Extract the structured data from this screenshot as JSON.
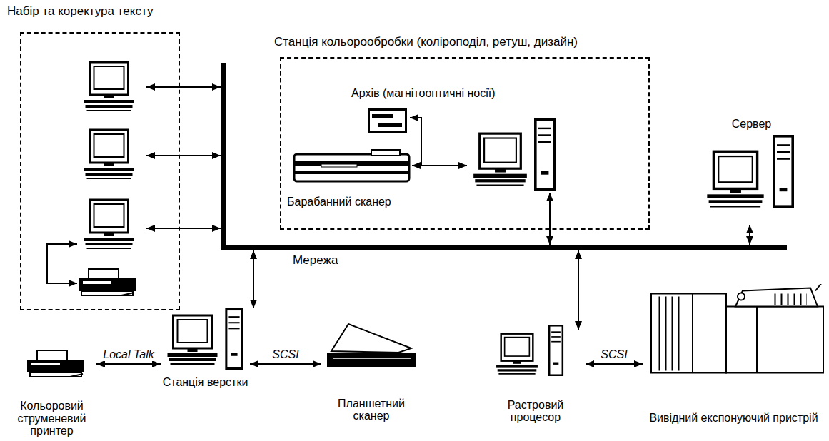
{
  "diagram": {
    "nodes": [
      {
        "text": [
          "Набір та коректура тексту"
        ]
      },
      {
        "text": [
          "Станція кольорообробки (коліроподіл, ретуш, дизайн)"
        ]
      },
      {
        "text": [
          "Архів (магнітооптичні носії)"
        ],
        "in": 1
      },
      {
        "text": [
          "Барабанний сканер"
        ],
        "in": 1
      },
      {
        "text": [
          "Сервер"
        ]
      },
      {
        "text": [
          "Мережа"
        ]
      },
      {
        "text": [
          "Кольоровий струменевий принтер"
        ]
      },
      {
        "text": [
          "Станція верстки"
        ]
      },
      {
        "text": [
          "Планшетний сканер"
        ]
      },
      {
        "text": [
          "Растровий процесор"
        ]
      },
      {
        "text": [
          "Вивідний експонуючий пристрій"
        ]
      }
    ],
    "edges": [
      {
        "from": 5,
        "to": 7,
        "arrow": "both"
      },
      {
        "from": 5,
        "to": 9,
        "arrow": "both"
      },
      {
        "from": 5,
        "to": 4,
        "arrow": "both"
      },
      {
        "from": 5,
        "to": 1,
        "arrow": "both"
      },
      {
        "from": 6,
        "to": 7,
        "label": "Local Talk",
        "arrow": "both"
      },
      {
        "from": 7,
        "to": 8,
        "label": "SCSI",
        "arrow": "both"
      },
      {
        "from": 9,
        "to": 10,
        "label": "SCSI",
        "arrow": "both"
      }
    ]
  }
}
